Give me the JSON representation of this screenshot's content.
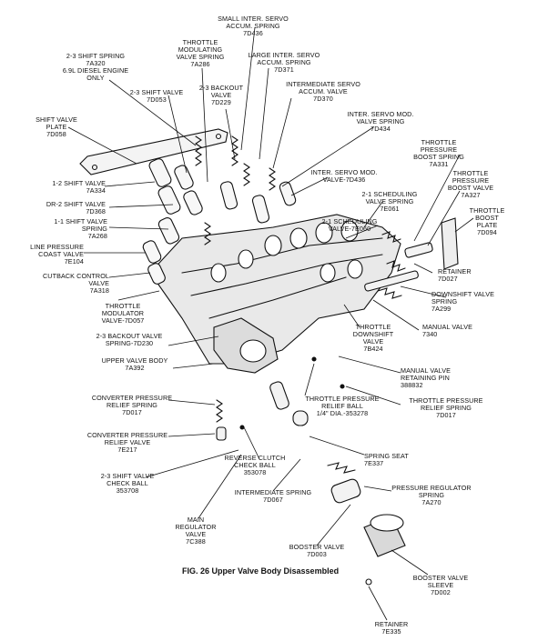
{
  "caption": "FIG. 26  Upper Valve Body Disassembled",
  "labels": {
    "small_servo": "SMALL INTER. SERVO\nACCUM. SPRING\n7D436",
    "tv_mod_spring": "THROTTLE\nMODULATING\nVALVE SPRING\n7A286",
    "shift_23_spring": "2-3 SHIFT SPRING\n7A320\n6.9L DIESEL ENGINE\nONLY",
    "large_servo": "LARGE INTER. SERVO\nACCUM. SPRING\n7D371",
    "backout_23": "2-3 BACKOUT\nVALVE\n7D229",
    "shift_23_valve": "2-3 SHIFT VALVE\n7D053",
    "inter_servo_accum_valve": "INTERMEDIATE SERVO\nACCUM. VALVE\n7D370",
    "inter_servo_mod_spring": "INTER. SERVO MOD.\nVALVE SPRING\n7D434",
    "shift_valve_plate": "SHIFT VALVE\nPLATE\n7D058",
    "tp_boost_spring": "THROTTLE\nPRESSURE\nBOOST SPRING\n7A331",
    "inter_servo_mod_valve": "INTER. SERVO MOD.\nVALVE-7D436",
    "tp_boost_valve": "THROTTLE\nPRESSURE\nBOOST VALVE\n7A327",
    "shift_12_valve": "1-2 SHIFT VALVE\n7A334",
    "dr2_shift_valve": "DR-2 SHIFT VALVE\n7D368",
    "sched_21_spring": "2-1 SCHEDULING\nVALVE SPRING\n7E061",
    "throttle_boost_plate": "THROTTLE\nBOOST\nPLATE\n7D094",
    "shift_11_spring": "1-1 SHIFT VALVE\nSPRING\n7A268",
    "sched_21_valve": "2-1 SCHEDULING\nVALVE-7E060",
    "line_pressure_coast": "LINE PRESSURE\nCOAST VALVE\n7E104",
    "retainer_top": "RETAINER\n7D027",
    "cutback_control": "CUTBACK CONTROL\nVALVE\n7A318",
    "downshift_spring": "DOWNSHIFT VALVE\nSPRING\n7A299",
    "throttle_modulator": "THROTTLE\nMODULATOR\nVALVE-7D057",
    "manual_valve": "MANUAL VALVE\n7340",
    "throttle_downshift": "THROTTLE\nDOWNSHIFT\nVALVE\n7B424",
    "backout_23_spring": "2-3 BACKOUT VALVE\nSPRING-7D230",
    "upper_valve_body": "UPPER VALVE BODY\n7A392",
    "manual_retaining_pin": "MANUAL VALVE\nRETAINING PIN\n388832",
    "converter_spring": "CONVERTER PRESSURE\nRELIEF SPRING\n7D017",
    "tp_relief_ball": "THROTTLE PRESSURE\nRELIEF BALL\n1/4\" DIA.-353278",
    "tp_relief_spring": "THROTTLE PRESSURE\nRELIEF SPRING\n7D017",
    "converter_valve": "CONVERTER PRESSURE\nRELIEF VALVE\n7E217",
    "reverse_clutch_ball": "REVERSE CLUTCH\nCHECK BALL\n353078",
    "spring_seat": "SPRING SEAT\n7E337",
    "shift_23_check_ball": "2-3 SHIFT VALVE\nCHECK BALL\n353708",
    "intermediate_spring": "INTERMEDIATE SPRING\n7D067",
    "pressure_reg_spring": "PRESSURE REGULATOR\nSPRING\n7A270",
    "main_regulator": "MAIN\nREGULATOR\nVALVE\n7C388",
    "booster_valve": "BOOSTER VALVE\n7D003",
    "booster_sleeve": "BOOSTER VALVE\nSLEEVE\n7D002",
    "retainer_bottom": "RETAINER\n7E335"
  }
}
